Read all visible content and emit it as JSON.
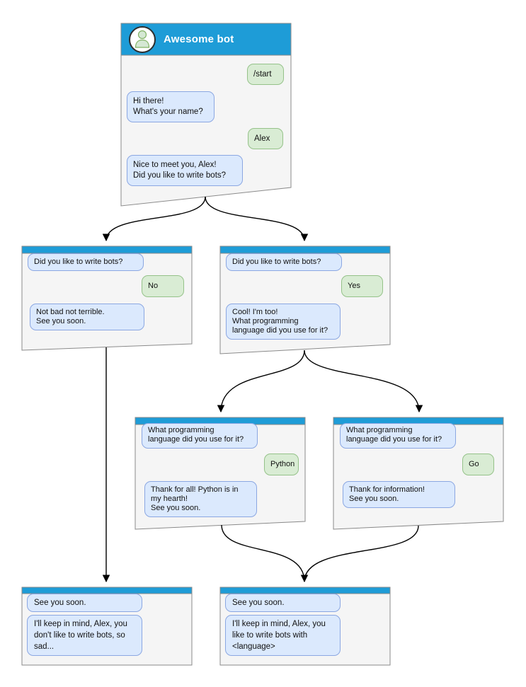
{
  "colors": {
    "canvas_bg": "#ffffff",
    "header_blue": "#1e9cd7",
    "window_bg": "#f5f5f5",
    "window_border": "#8a8a8a",
    "bot_bubble_bg": "#dbe9fd",
    "bot_bubble_border": "#8ba7e2",
    "user_bubble_bg": "#d9ecd4",
    "user_bubble_border": "#95c289",
    "avatar_fill": "#d5e8d4",
    "avatar_stroke": "#82b366",
    "arrow": "#000000",
    "title_text": "#ffffff"
  },
  "windows": {
    "main": {
      "title": "Awesome bot",
      "messages": [
        {
          "side": "user",
          "text": "/start"
        },
        {
          "side": "bot",
          "text": "Hi there!\nWhat's your name?"
        },
        {
          "side": "user",
          "text": "Alex"
        },
        {
          "side": "bot",
          "text": "Nice to meet you, Alex!\nDid you like to write bots?"
        }
      ]
    },
    "no_branch": {
      "messages": [
        {
          "side": "bot",
          "text": "Did you like to write bots?"
        },
        {
          "side": "user",
          "text": "No"
        },
        {
          "side": "bot",
          "text": "Not bad not terrible.\nSee you soon."
        }
      ]
    },
    "yes_branch": {
      "messages": [
        {
          "side": "bot",
          "text": "Did you like to write bots?"
        },
        {
          "side": "user",
          "text": "Yes"
        },
        {
          "side": "bot",
          "text": "Cool! I'm too!\nWhat programming\nlanguage did you use for it?"
        }
      ]
    },
    "python_branch": {
      "messages": [
        {
          "side": "bot",
          "text": "What programming\nlanguage did you use for it?"
        },
        {
          "side": "user",
          "text": "Python"
        },
        {
          "side": "bot",
          "text": "Thank for all! Python is in\nmy hearth!\nSee you soon."
        }
      ]
    },
    "go_branch": {
      "messages": [
        {
          "side": "bot",
          "text": "What programming\nlanguage did you use for it?"
        },
        {
          "side": "user",
          "text": "Go"
        },
        {
          "side": "bot",
          "text": "Thank for information!\nSee you soon."
        }
      ]
    },
    "end_no": {
      "messages": [
        {
          "side": "bot",
          "text": "See you soon."
        },
        {
          "side": "bot",
          "text": "I'll keep in mind, Alex, you\ndon't like to write bots, so\nsad..."
        }
      ]
    },
    "end_yes": {
      "messages": [
        {
          "side": "bot",
          "text": "See you soon."
        },
        {
          "side": "bot",
          "text": "I'll keep in mind, Alex, you\nlike to write bots with\n<language>"
        }
      ]
    }
  },
  "edges": [
    {
      "from": "main",
      "to": "no_branch"
    },
    {
      "from": "main",
      "to": "yes_branch"
    },
    {
      "from": "yes_branch",
      "to": "python_branch"
    },
    {
      "from": "yes_branch",
      "to": "go_branch"
    },
    {
      "from": "no_branch",
      "to": "end_no"
    },
    {
      "from": "python_branch",
      "to": "end_yes"
    },
    {
      "from": "go_branch",
      "to": "end_yes"
    }
  ]
}
